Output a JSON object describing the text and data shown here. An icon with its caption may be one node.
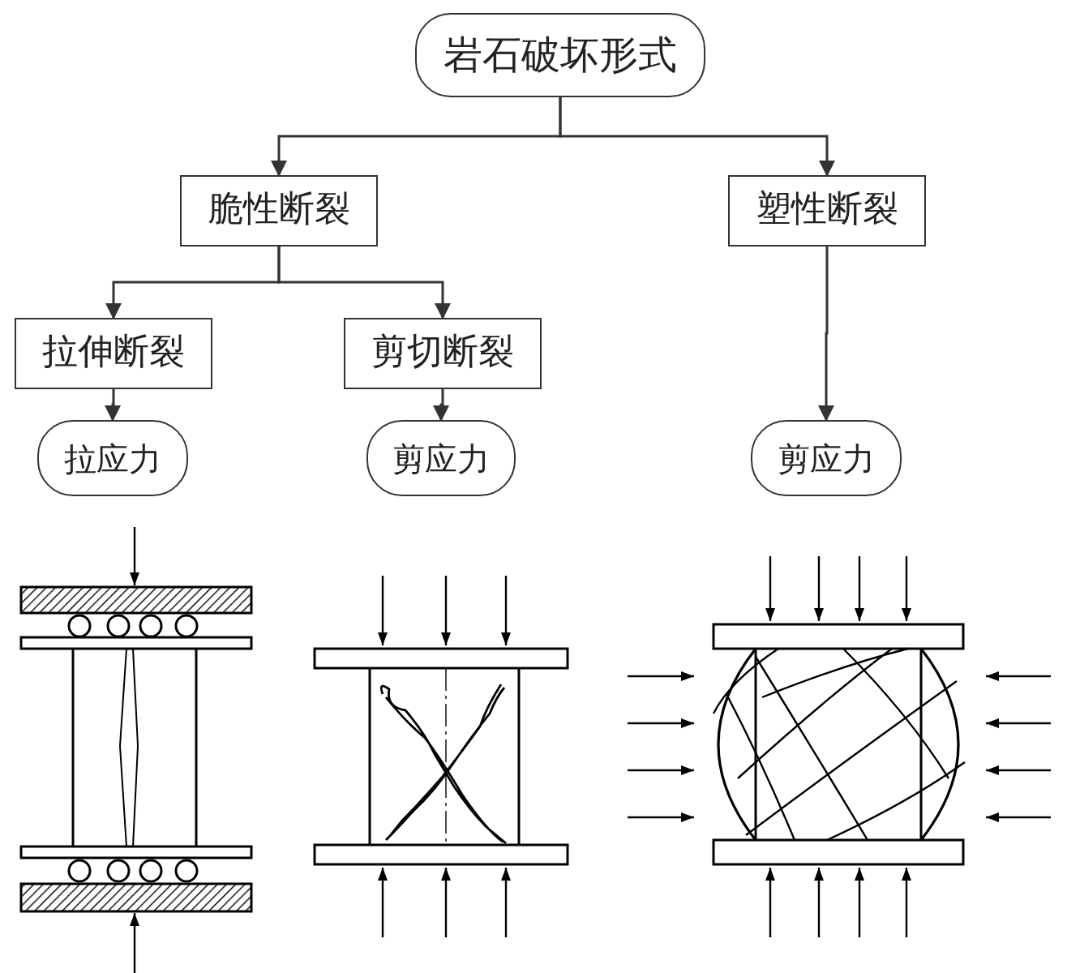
{
  "diagram": {
    "nodes": [
      {
        "text": [
          "岩石破坏形式"
        ]
      },
      {
        "text": [
          "脆性断裂"
        ]
      },
      {
        "text": [
          "塑性断裂"
        ]
      },
      {
        "text": [
          "拉伸断裂"
        ]
      },
      {
        "text": [
          "剪切断裂"
        ]
      },
      {
        "text": [
          "拉应力"
        ]
      },
      {
        "text": [
          "剪应力"
        ]
      },
      {
        "text": [
          "剪应力"
        ]
      }
    ],
    "edges": [
      {
        "from": 0,
        "to": 1,
        "arrow": "to"
      },
      {
        "from": 0,
        "to": 2,
        "arrow": "to"
      },
      {
        "from": 1,
        "to": 3,
        "arrow": "to"
      },
      {
        "from": 1,
        "to": 4,
        "arrow": "to"
      },
      {
        "from": 3,
        "to": 5,
        "arrow": "to"
      },
      {
        "from": 4,
        "to": 6,
        "arrow": "to"
      },
      {
        "from": 2,
        "to": 7,
        "arrow": "to"
      }
    ]
  }
}
